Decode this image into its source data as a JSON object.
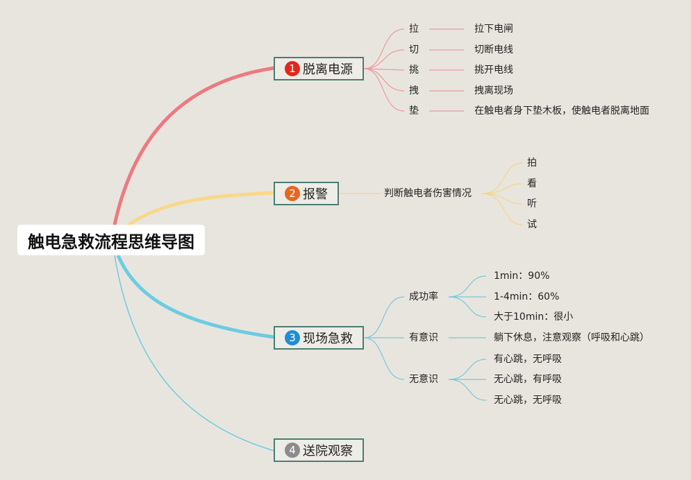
{
  "title": "触电急救流程思维导图",
  "colors": {
    "red": "#ec7a80",
    "yellow": "#f8d98a",
    "blue": "#5ec6de",
    "gray": "#8a8a8a",
    "border": "#4b7c72"
  },
  "branch1": {
    "num": "1",
    "label": "脱离电源",
    "color": "#e3271d",
    "items": [
      {
        "key": "拉",
        "desc": "拉下电闸"
      },
      {
        "key": "切",
        "desc": "切断电线"
      },
      {
        "key": "挑",
        "desc": "挑开电线"
      },
      {
        "key": "拽",
        "desc": "拽离现场"
      },
      {
        "key": "垫",
        "desc": "在触电者身下垫木板，使触电者脱离地面"
      }
    ]
  },
  "branch2": {
    "num": "2",
    "label": "报警",
    "color": "#e8661f",
    "sub": "判断触电者伤害情况",
    "items": [
      "拍",
      "看",
      "听",
      "试"
    ]
  },
  "branch3": {
    "num": "3",
    "label": "现场急救",
    "color": "#1f8ed4",
    "success": {
      "label": "成功率",
      "items": [
        "1min：90%",
        "1-4min：60%",
        "大于10min：很小"
      ]
    },
    "conscious": {
      "label": "有意识",
      "desc": "躺下休息，注意观察（呼吸和心跳）"
    },
    "unconscious": {
      "label": "无意识",
      "items": [
        "有心跳，无呼吸",
        "无心跳，有呼吸",
        "无心跳，无呼吸"
      ]
    }
  },
  "branch4": {
    "num": "4",
    "label": "送院观察",
    "color": "#8c8c8c"
  }
}
